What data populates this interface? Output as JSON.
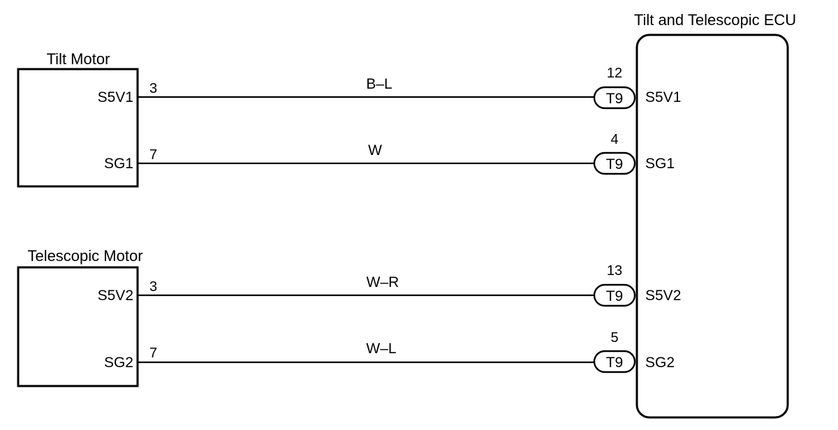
{
  "components": {
    "tilt_motor": {
      "title": "Tilt Motor",
      "terminals": [
        {
          "name": "S5V1",
          "pin": "3"
        },
        {
          "name": "SG1",
          "pin": "7"
        }
      ]
    },
    "telescopic_motor": {
      "title": "Telescopic Motor",
      "terminals": [
        {
          "name": "S5V2",
          "pin": "3"
        },
        {
          "name": "SG2",
          "pin": "7"
        }
      ]
    },
    "ecu": {
      "title": "Tilt and Telescopic ECU",
      "terminals": [
        {
          "name": "S5V1",
          "pin": "12",
          "connector": "T9"
        },
        {
          "name": "SG1",
          "pin": "4",
          "connector": "T9"
        },
        {
          "name": "S5V2",
          "pin": "13",
          "connector": "T9"
        },
        {
          "name": "SG2",
          "pin": "5",
          "connector": "T9"
        }
      ]
    }
  },
  "wires": [
    {
      "color_code": "B–L"
    },
    {
      "color_code": "W"
    },
    {
      "color_code": "W–R"
    },
    {
      "color_code": "W–L"
    }
  ]
}
